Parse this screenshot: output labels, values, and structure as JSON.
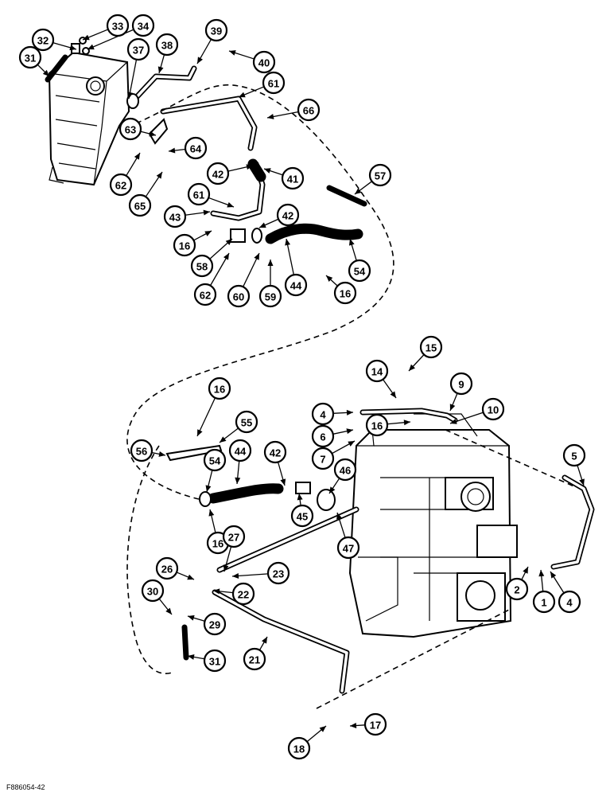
{
  "figure_reference": "F886054-42",
  "callouts": [
    {
      "n": "33"
    },
    {
      "n": "34"
    },
    {
      "n": "32"
    },
    {
      "n": "31"
    },
    {
      "n": "37"
    },
    {
      "n": "38"
    },
    {
      "n": "39"
    },
    {
      "n": "40"
    },
    {
      "n": "61"
    },
    {
      "n": "66"
    },
    {
      "n": "63"
    },
    {
      "n": "64"
    },
    {
      "n": "62"
    },
    {
      "n": "65"
    },
    {
      "n": "42"
    },
    {
      "n": "41"
    },
    {
      "n": "57"
    },
    {
      "n": "61"
    },
    {
      "n": "43"
    },
    {
      "n": "42"
    },
    {
      "n": "16"
    },
    {
      "n": "58"
    },
    {
      "n": "62"
    },
    {
      "n": "60"
    },
    {
      "n": "59"
    },
    {
      "n": "44"
    },
    {
      "n": "54"
    },
    {
      "n": "16"
    },
    {
      "n": "15"
    },
    {
      "n": "14"
    },
    {
      "n": "9"
    },
    {
      "n": "10"
    },
    {
      "n": "4"
    },
    {
      "n": "16"
    },
    {
      "n": "6"
    },
    {
      "n": "7"
    },
    {
      "n": "5"
    },
    {
      "n": "16"
    },
    {
      "n": "55"
    },
    {
      "n": "56"
    },
    {
      "n": "54"
    },
    {
      "n": "44"
    },
    {
      "n": "42"
    },
    {
      "n": "46"
    },
    {
      "n": "45"
    },
    {
      "n": "47"
    },
    {
      "n": "16"
    },
    {
      "n": "27"
    },
    {
      "n": "26"
    },
    {
      "n": "23"
    },
    {
      "n": "22"
    },
    {
      "n": "30"
    },
    {
      "n": "29"
    },
    {
      "n": "31"
    },
    {
      "n": "21"
    },
    {
      "n": "2"
    },
    {
      "n": "1"
    },
    {
      "n": "4"
    },
    {
      "n": "18"
    },
    {
      "n": "17"
    }
  ]
}
